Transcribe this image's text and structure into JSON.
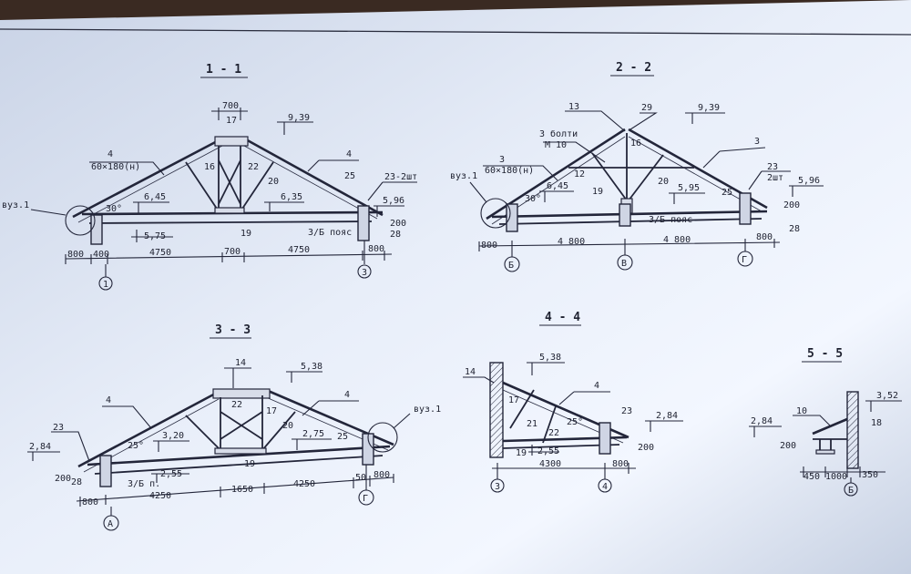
{
  "sections": {
    "s11": {
      "title": "1 - 1",
      "top_dim": "700",
      "top_mark": "17",
      "elev_ridge": "9,39",
      "rafter_left_num": "4",
      "rafter_left_size": "60×180(н)",
      "rafter_right_num": "4",
      "node": "вуз.1",
      "angle": "30°",
      "elev_645": "6,45",
      "elev_635": "6,35",
      "elev_575": "5,75",
      "m16": "16",
      "m22": "22",
      "m20": "20",
      "m25": "25",
      "m19": "19",
      "m23": "23-2шт",
      "m28": "28",
      "beam": "3/Б пояс",
      "elev_596": "5,96",
      "d200": "200",
      "dims": [
        "800",
        "400",
        "4750",
        "700",
        "4750",
        "800"
      ],
      "axis_left": "1",
      "axis_right": "3"
    },
    "s22": {
      "title": "2 - 2",
      "m13": "13",
      "m29": "29",
      "elev_ridge": "9,39",
      "bolts": "3 болти",
      "bolts_size": "М 10",
      "m16": "16",
      "m3_right": "3",
      "node": "вуз.1",
      "rafter_num": "3",
      "rafter_size": "60×180(н)",
      "m12": "12",
      "m20": "20",
      "m19": "19",
      "m25": "25",
      "m23": "23",
      "m23b": "2шт",
      "angle": "30°",
      "elev_645": "6,45",
      "elev_595": "5,95",
      "elev_596": "5,96",
      "d200": "200",
      "m28": "28",
      "beam": "3/Б пояс",
      "dims": [
        "800",
        "4 800",
        "4 800",
        "800"
      ],
      "axes": [
        "Б",
        "В",
        "Г"
      ]
    },
    "s33": {
      "title": "3 - 3",
      "m14": "14",
      "elev_538": "5,38",
      "m4_left": "4",
      "m4_right": "4",
      "m22": "22",
      "m17": "17",
      "m20": "20",
      "m25": "25",
      "m19": "19",
      "m23": "23",
      "m28": "28",
      "node": "вуз.1",
      "angle": "25°",
      "elev_320": "3,20",
      "elev_275": "2,75",
      "elev_284": "2,84",
      "elev_255": "2,55",
      "d200": "200",
      "beam": "3/Б п.",
      "dims": [
        "800",
        "4250",
        "1650",
        "4250",
        "50",
        "800"
      ],
      "axes": [
        "А",
        "Г"
      ]
    },
    "s44": {
      "title": "4 - 4",
      "m14": "14",
      "elev_538": "5,38",
      "m4": "4",
      "m17": "17",
      "m21": "21",
      "m22": "22",
      "m23": "23",
      "m19": "19",
      "angle": "25°",
      "elev_284": "2,84",
      "elev_255": "2,55",
      "d200": "200",
      "dims": [
        "4300",
        "800"
      ],
      "axes": [
        "3",
        "4"
      ]
    },
    "s55": {
      "title": "5 - 5",
      "m10": "10",
      "m18": "18",
      "elev_352": "3,52",
      "elev_284": "2,84",
      "d200": "200",
      "dims": [
        "450",
        "1000",
        "350"
      ],
      "axis": "Б"
    }
  }
}
